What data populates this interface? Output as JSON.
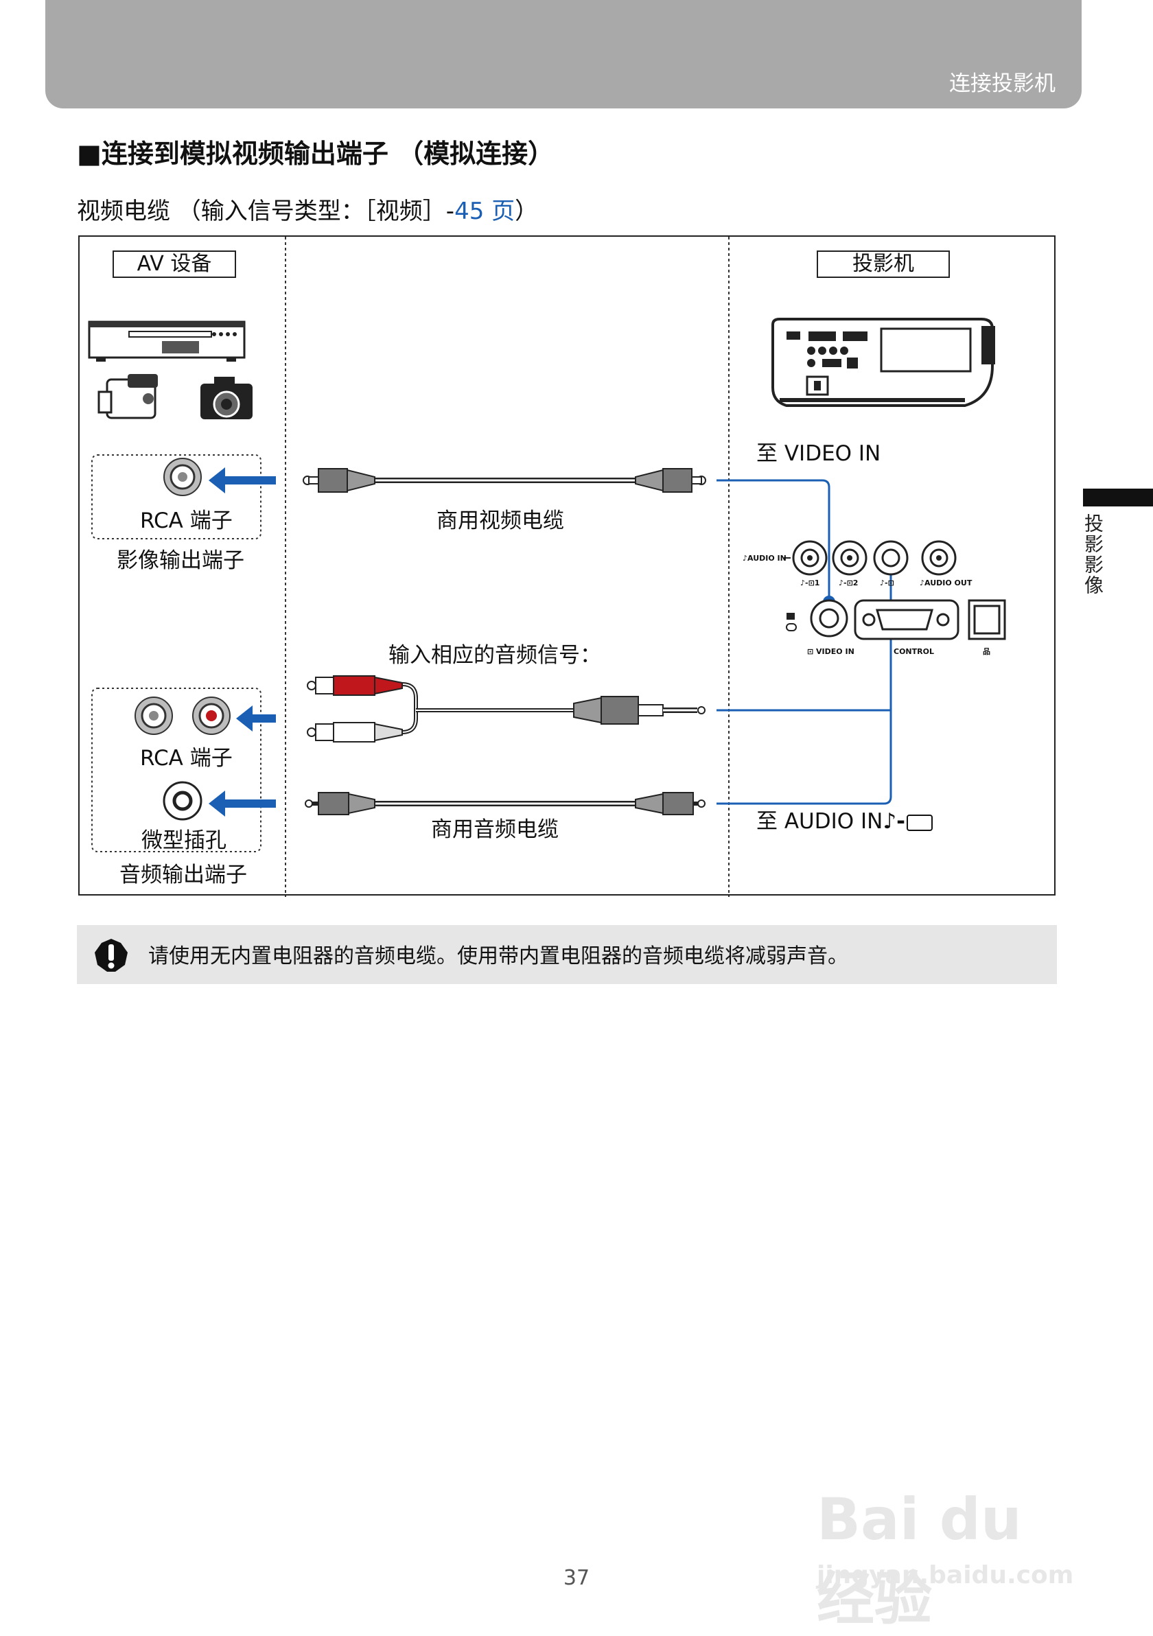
{
  "header": {
    "title": "连接投影机"
  },
  "side_tab": {
    "label": "投影影像"
  },
  "section": {
    "title": "■连接到模拟视频输出端子 （模拟连接）",
    "subtitle_prefix": "视频电缆 （输入信号类型：［视频］-",
    "subtitle_link": "45 页",
    "subtitle_suffix": "）"
  },
  "diagram": {
    "av_device_label": "AV 设备",
    "projector_label": "投影机",
    "rca_label_video": "RCA 端子",
    "video_out_label": "影像输出端子",
    "video_cable_label": "商用视频电缆",
    "to_video_in": "至 VIDEO  IN",
    "audio_signal_label": "输入相应的音频信号：",
    "rca_label_audio": "RCA 端子",
    "mini_jack_label": "微型插孔",
    "audio_out_label": "音频输出端子",
    "audio_cable_label": "商用音频电缆",
    "to_audio_in": "至 AUDIO  IN",
    "panel": {
      "audio_in": "♪AUDIO IN",
      "in1": "♪-⊡1",
      "in2": "♪-⊡2",
      "in3": "♪-⊡",
      "audio_out": "♪AUDIO OUT",
      "video_in": "⊡ VIDEO IN",
      "control": "CONTROL",
      "lan": "品"
    }
  },
  "note": {
    "text": "请使用无内置电阻器的音频电缆。使用带内置电阻器的音频电缆将减弱声音。"
  },
  "page_number": "37",
  "watermark": {
    "line1": "Bai du 经验",
    "line2": "jingyan.baidu.com"
  },
  "colors": {
    "header": "#a9a9a9",
    "arrow_blue": "#1a5fb4",
    "link": "#1a5fb4",
    "note_bg": "#e6e6e6",
    "rca_red": "#c0171c"
  }
}
